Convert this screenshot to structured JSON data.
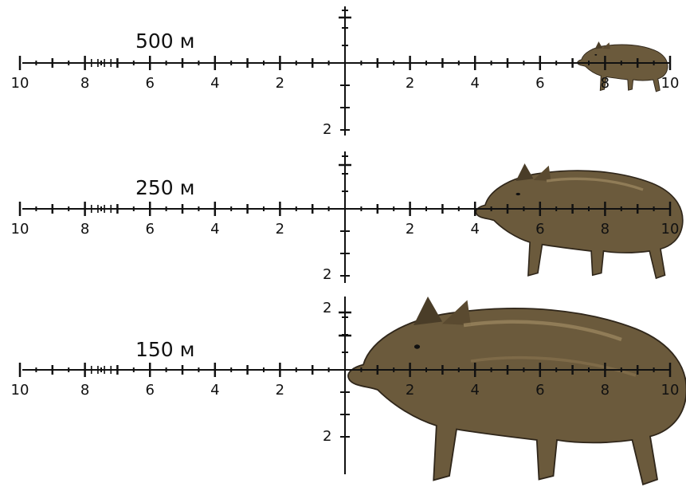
{
  "panels": [
    {
      "distance_label": "500 м",
      "left_numbers": [
        "10",
        "8",
        "6",
        "4",
        "2"
      ],
      "right_numbers": [
        "2",
        "4",
        "6",
        "8",
        "10"
      ],
      "vertical_top_label": "",
      "vertical_bottom_label": "2",
      "boar_scale_fraction": 0.22
    },
    {
      "distance_label": "250 м",
      "left_numbers": [
        "10",
        "8",
        "6",
        "4",
        "2"
      ],
      "right_numbers": [
        "2",
        "4",
        "6",
        "8",
        "10"
      ],
      "vertical_top_label": "",
      "vertical_bottom_label": "2",
      "boar_scale_fraction": 0.5
    },
    {
      "distance_label": "150 м",
      "left_numbers": [
        "10",
        "8",
        "6",
        "4",
        "2"
      ],
      "right_numbers": [
        "2",
        "4",
        "6",
        "8",
        "10"
      ],
      "vertical_top_label": "2",
      "vertical_bottom_label": "2",
      "boar_scale_fraction": 1.0
    }
  ],
  "colors": {
    "reticle": "#111111",
    "boar_body": "#6b5a3c",
    "boar_dark": "#2f261a",
    "boar_light": "#a08a62"
  }
}
